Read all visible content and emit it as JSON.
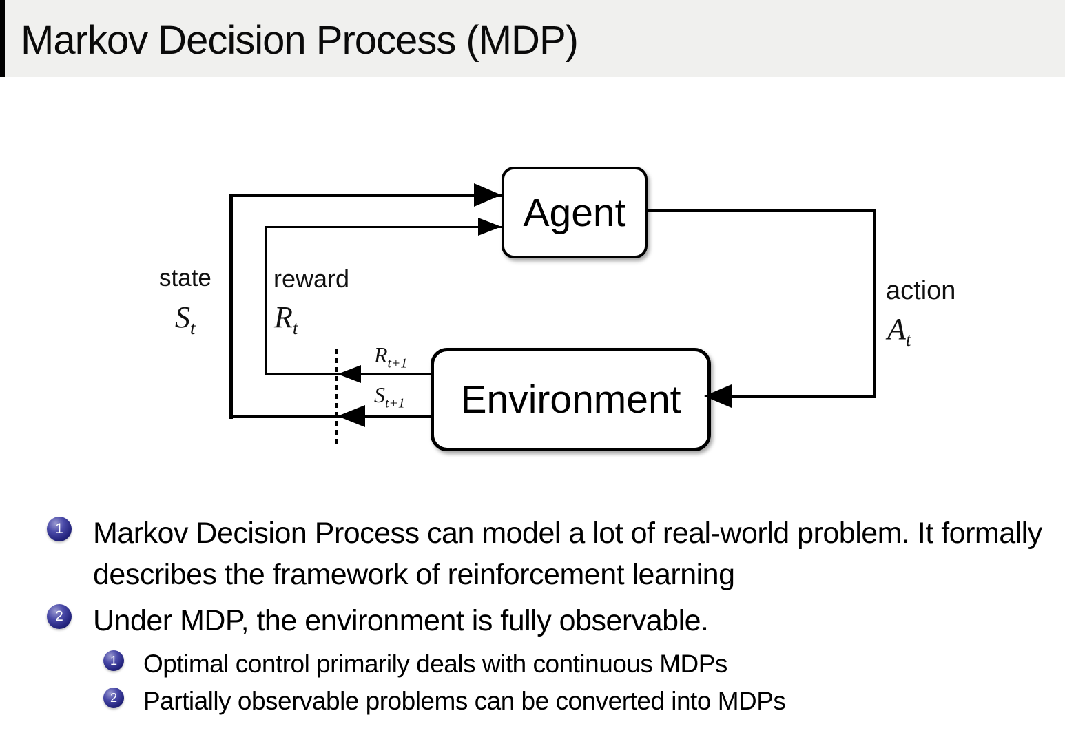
{
  "slide": {
    "title": "Markov Decision Process (MDP)"
  },
  "diagram": {
    "agent": "Agent",
    "environment": "Environment",
    "state": {
      "label": "state",
      "symbol": "S",
      "sub": "t"
    },
    "reward": {
      "label": "reward",
      "symbol": "R",
      "sub": "t"
    },
    "action": {
      "label": "action",
      "symbol": "A",
      "sub": "t"
    },
    "next_reward": {
      "symbol": "R",
      "sub": "t+1"
    },
    "next_state": {
      "symbol": "S",
      "sub": "t+1"
    }
  },
  "bullets": [
    {
      "number": "1",
      "text": "Markov Decision Process can model a lot of real-world problem. It formally describes the framework of reinforcement learning"
    },
    {
      "number": "2",
      "text": "Under MDP, the environment is fully observable."
    }
  ],
  "sub_bullets": [
    {
      "number": "1",
      "text": "Optimal control primarily deals with continuous MDPs"
    },
    {
      "number": "2",
      "text": "Partially observable problems can be converted into MDPs"
    }
  ],
  "colors": {
    "badge_blue": "#23237c",
    "header_bg": "#f0f0ee",
    "line": "#000000"
  }
}
